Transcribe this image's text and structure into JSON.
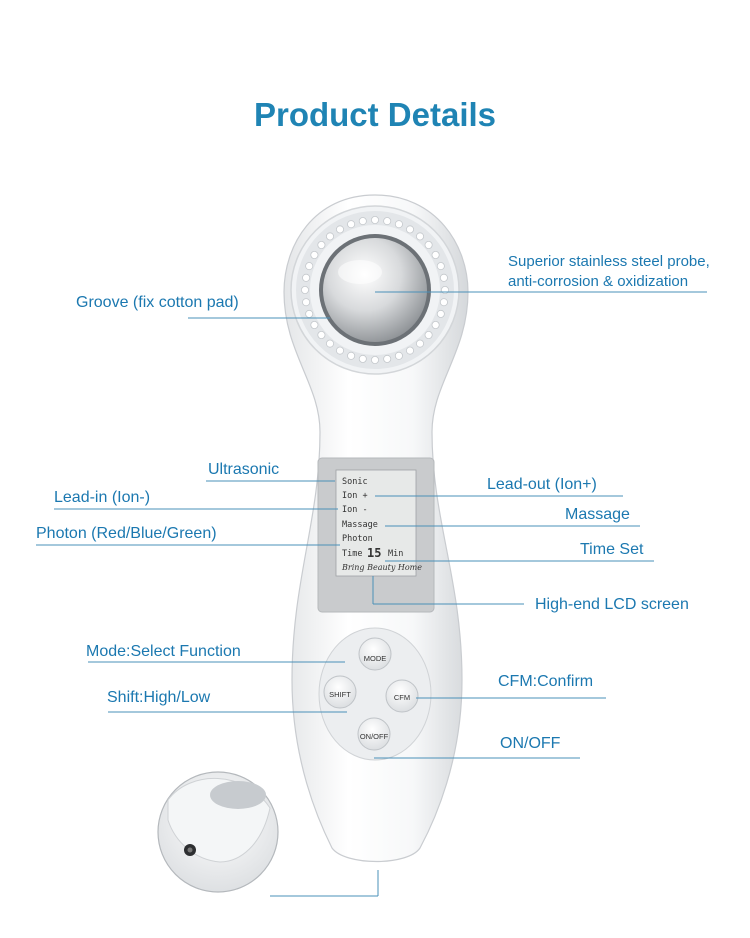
{
  "title": "Product Details",
  "labels": {
    "probe_line1": "Superior stainless steel probe,",
    "probe_line2": "anti-corrosion & oxidization",
    "groove": "Groove (fix cotton pad)",
    "ultrasonic": "Ultrasonic",
    "lead_in": "Lead-in (Ion-)",
    "lead_out": "Lead-out (Ion+)",
    "massage": "Massage",
    "photon": "Photon (Red/Blue/Green)",
    "time_set": "Time Set",
    "lcd_screen": "High-end LCD screen",
    "mode_select": "Mode:Select Function",
    "shift": "Shift:High/Low",
    "cfm": "CFM:Confirm",
    "on_off": "ON/OFF"
  },
  "lcd": {
    "sonic": "Sonic",
    "ion_plus": "Ion +",
    "ion_minus": "Ion -",
    "massage": "Massage",
    "photon": "Photon",
    "time_label": "Time",
    "time_value": "15",
    "time_unit": "Min",
    "brand": "Bring Beauty Home"
  },
  "buttons": {
    "mode": "MODE",
    "shift": "SHIFT",
    "cfm": "CFM",
    "onoff": "ON/OFF"
  },
  "colors": {
    "accent": "#1f84b4",
    "label": "#1b78b0",
    "leader": "#4a90b8"
  }
}
